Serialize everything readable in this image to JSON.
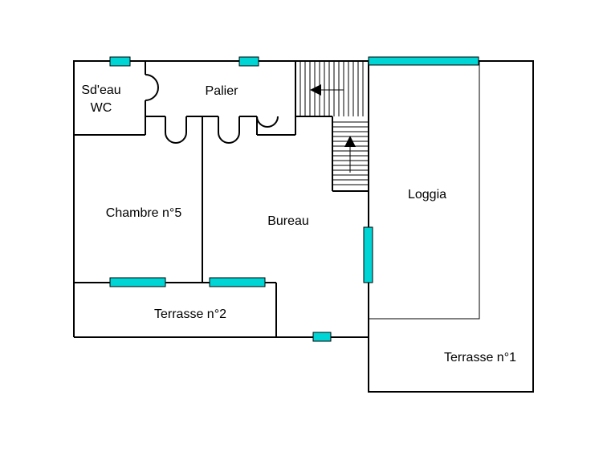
{
  "rooms": {
    "sdeau_line1": "Sd'eau",
    "sdeau_line2": "WC",
    "palier": "Palier",
    "chambre5": "Chambre n°5",
    "bureau": "Bureau",
    "loggia": "Loggia",
    "terrasse2": "Terrasse n°2",
    "terrasse1": "Terrasse n°1"
  },
  "colors": {
    "wall": "#000000",
    "window": "#00d5d5",
    "background": "#ffffff"
  }
}
